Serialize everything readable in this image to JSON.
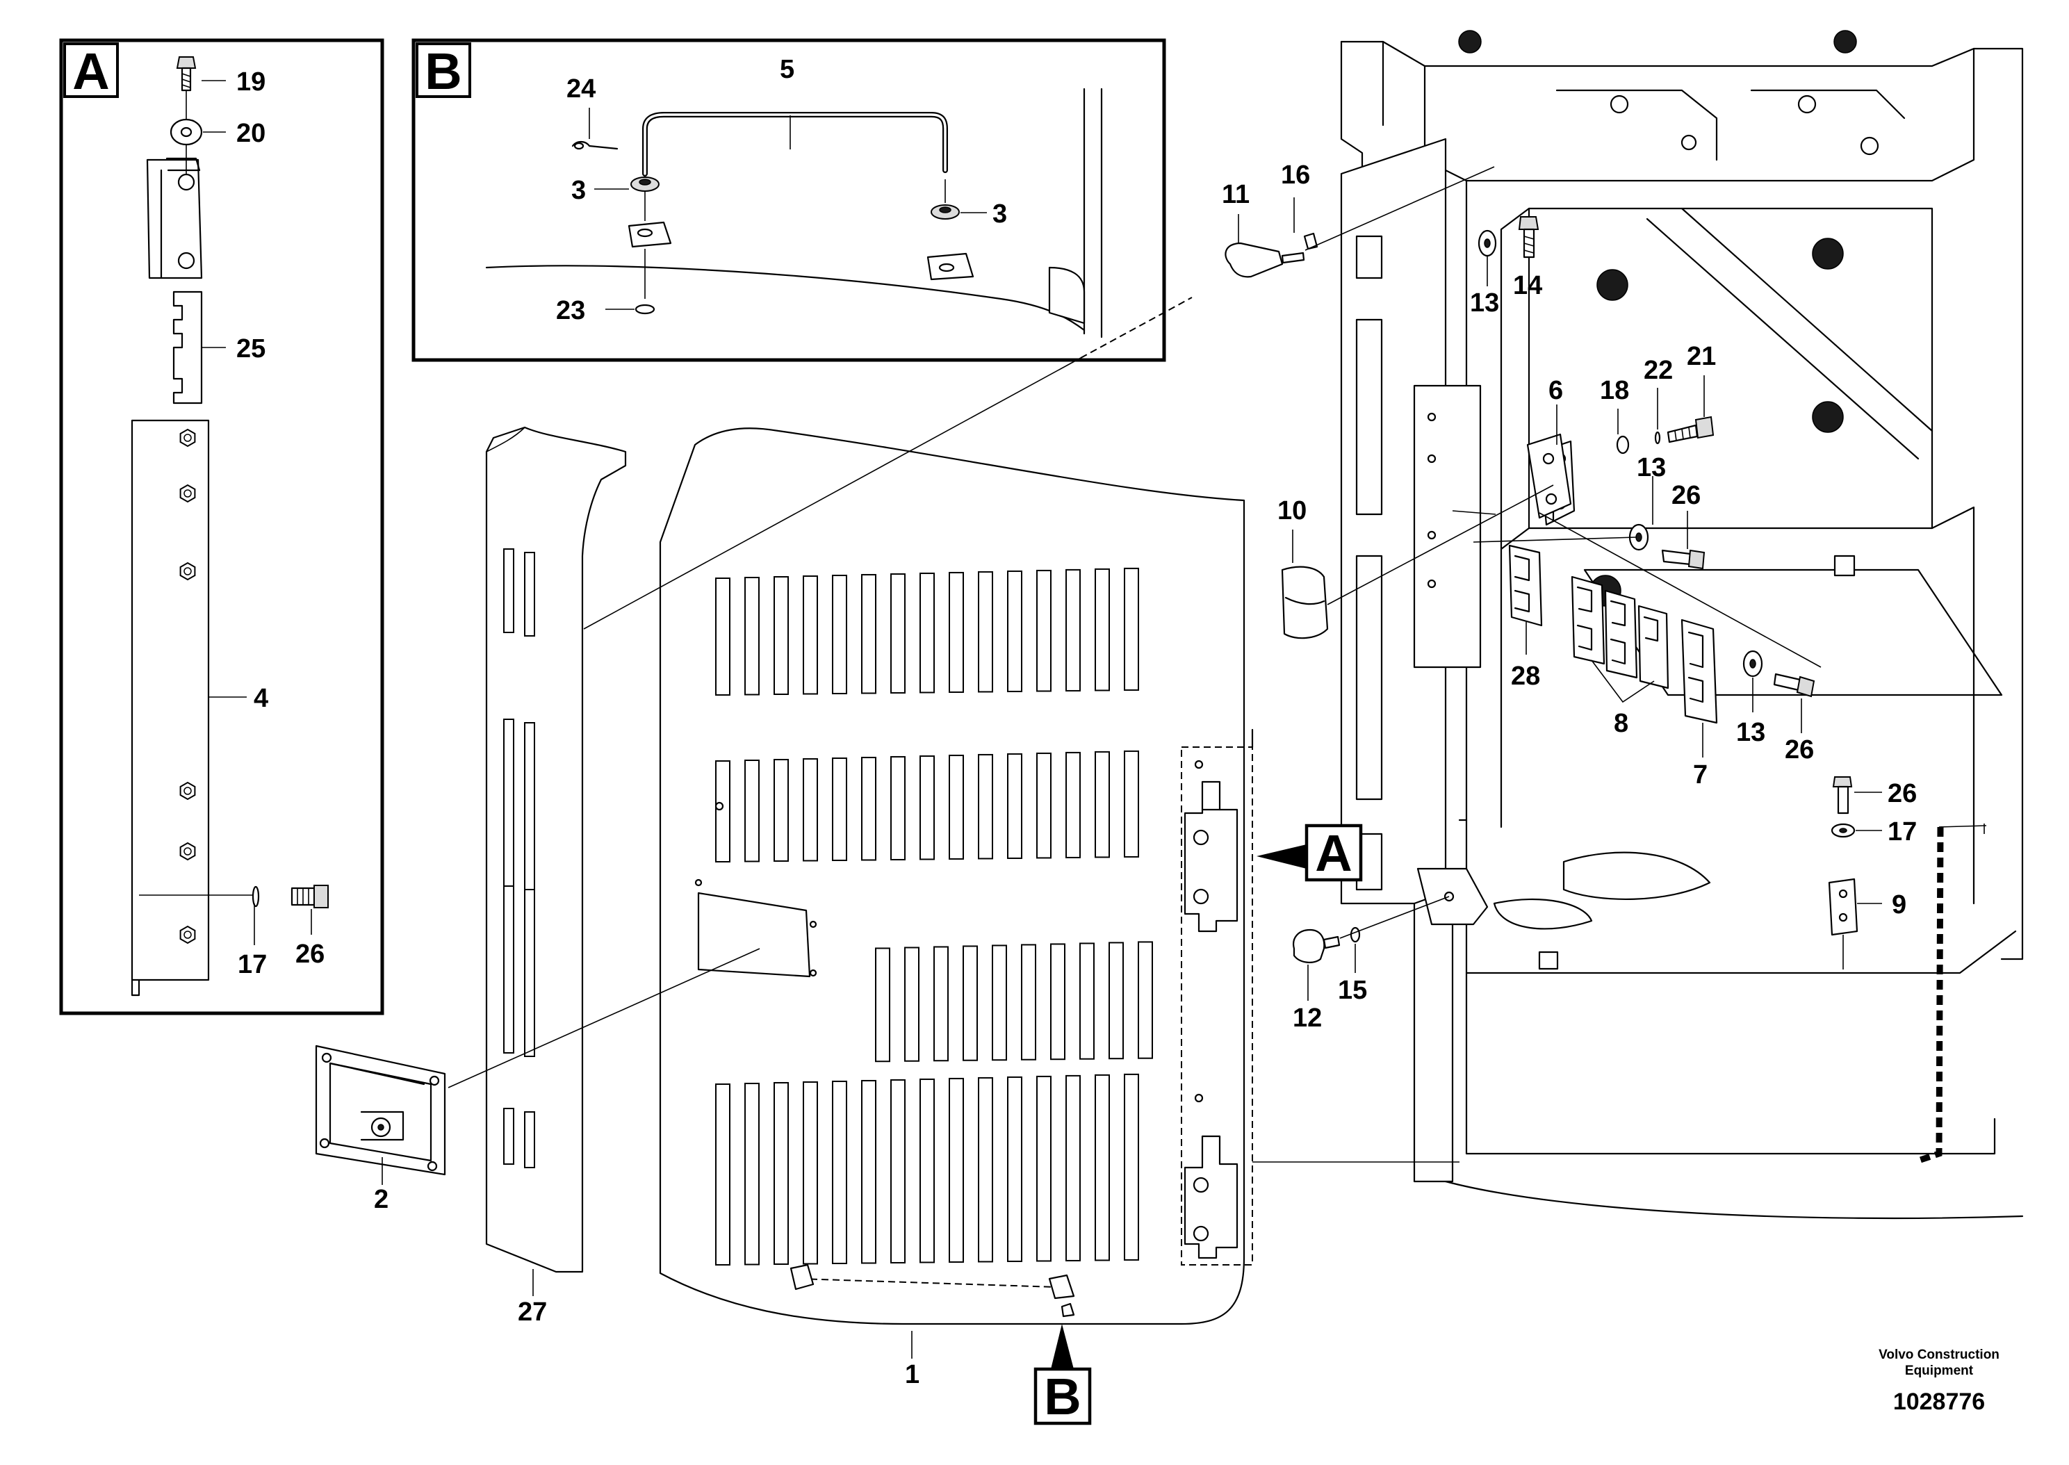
{
  "detail_a": {
    "letter": "A"
  },
  "detail_b": {
    "letter": "B"
  },
  "main_ref_a": {
    "letter": "A"
  },
  "main_ref_b": {
    "letter": "B"
  },
  "callouts": {
    "c1": "1",
    "c2": "2",
    "c3a": "3",
    "c3b": "3",
    "c4": "4",
    "c5": "5",
    "c6": "6",
    "c7": "7",
    "c8": "8",
    "c9": "9",
    "c10": "10",
    "c11": "11",
    "c12": "12",
    "c13a": "13",
    "c13b": "13",
    "c13c": "13",
    "c14": "14",
    "c15": "15",
    "c16": "16",
    "c17a": "17",
    "c17b": "17",
    "c18": "18",
    "c19": "19",
    "c20": "20",
    "c21": "21",
    "c22": "22",
    "c23": "23",
    "c24": "24",
    "c25": "25",
    "c26a": "26",
    "c26b": "26",
    "c26c": "26",
    "c26d": "26",
    "c27": "27",
    "c28": "28"
  },
  "branding": {
    "company_line1": "Volvo Construction",
    "company_line2": "Equipment",
    "document_number": "1028776"
  }
}
